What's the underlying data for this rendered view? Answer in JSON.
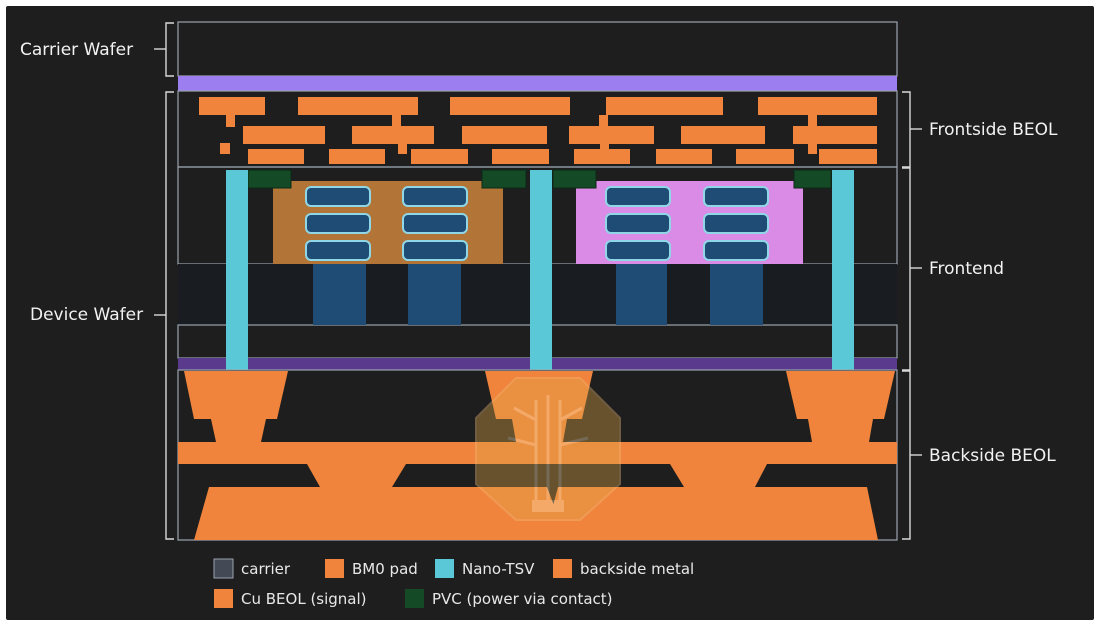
{
  "labels": {
    "carrier_wafer": "Carrier Wafer",
    "device_wafer": "Device Wafer",
    "frontside_beol": "Frontside BEOL",
    "frontend": "Frontend",
    "backside_beol": "Backside BEOL"
  },
  "legend": [
    {
      "label": "carrier",
      "color": "#434a55"
    },
    {
      "label": "BM0 pad",
      "color": "#f0843c"
    },
    {
      "label": "Nano-TSV",
      "color": "#5bc8d8"
    },
    {
      "label": "backside metal",
      "color": "#f0843c"
    },
    {
      "label": "Cu BEOL (signal)",
      "color": "#f0843c"
    },
    {
      "label": "PVC (power via contact)",
      "color": "#154a26"
    }
  ],
  "colors": {
    "background": "#1e1e1e",
    "carrier": "#434a55",
    "copper": "#f0843c",
    "tsv": "#5bc8d8",
    "pvc": "#154a26",
    "bonding": "#9c7ef0",
    "device_pink": "#d98be6",
    "device_brown": "#b37537",
    "gate_blue": "#1e4c74",
    "black_band": "#191c20"
  }
}
